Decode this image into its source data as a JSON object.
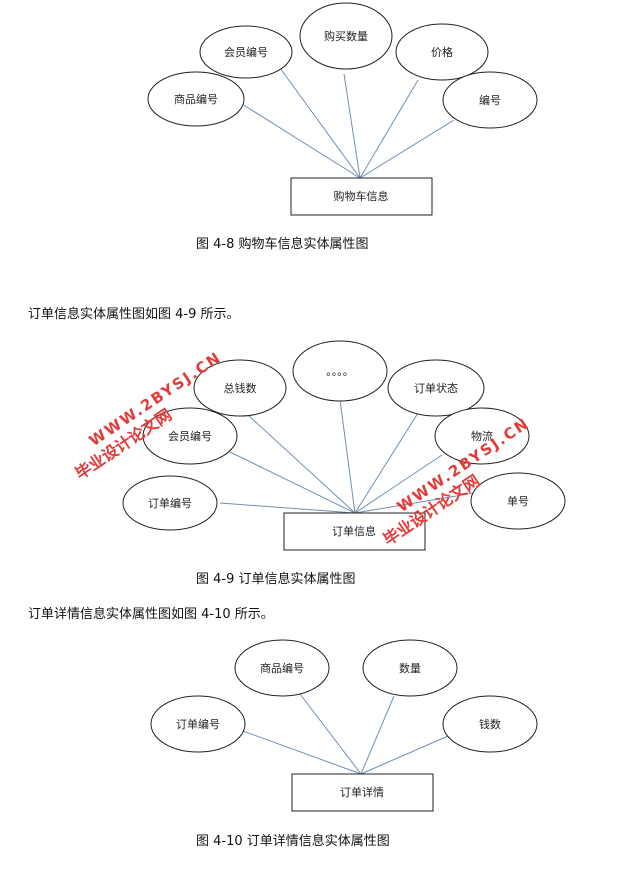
{
  "diagram1": {
    "entity": "购物车信息",
    "attributes": [
      "商品编号",
      "会员编号",
      "购买数量",
      "价格",
      "编号"
    ],
    "caption": "图 4-8 购物车信息实体属性图"
  },
  "para1": "订单信息实体属性图如图 4-9 所示。",
  "diagram2": {
    "entity": "订单信息",
    "attributes": [
      "订单编号",
      "会员编号",
      "总钱数",
      "。。。。",
      "订单状态",
      "物流",
      "单号"
    ],
    "caption": "图 4-9 订单信息实体属性图"
  },
  "para2": "订单详情信息实体属性图如图 4-10 所示。",
  "diagram3": {
    "entity": "订单详情",
    "attributes": [
      "订单编号",
      "商品编号",
      "数量",
      "钱数"
    ],
    "caption": "图 4-10 订单详情信息实体属性图"
  },
  "watermark": {
    "line1": "毕业设计论文网",
    "line2": "WWW.2BYSJ.CN"
  },
  "colors": {
    "edge": "#6f8fb3",
    "node_stroke": "#222222",
    "watermark": "#e53a3a"
  }
}
